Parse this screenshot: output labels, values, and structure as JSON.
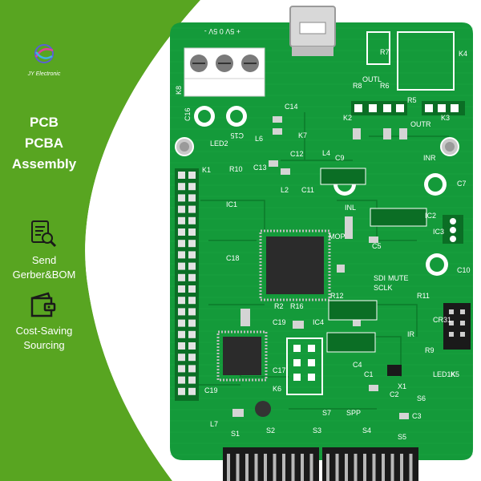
{
  "brand": {
    "name": "JY Electronic"
  },
  "headline": [
    "PCB",
    "PCBA",
    "Assembly"
  ],
  "features": [
    {
      "icon": "document-search-icon",
      "label_lines": [
        "Send",
        "Gerber&BOM"
      ]
    },
    {
      "icon": "wallet-icon",
      "label_lines": [
        "Cost-Saving",
        "Sourcing"
      ]
    }
  ],
  "colors": {
    "panel_green": "#58a521",
    "board_green": "#149a3a",
    "board_dark": "#0d7a2b",
    "silkscreen": "#ffffff"
  },
  "board_labels": {
    "k8": "K8",
    "header_top": "+ 5V 0 5V -",
    "c16": "C16",
    "c15": "C15",
    "led2": "LED2",
    "l6": "L6",
    "c13": "C13",
    "c12": "C12",
    "r10": "R10",
    "c11": "C11",
    "l2": "L2",
    "k1": "K1",
    "ic1": "IC1",
    "c18": "C18",
    "c14": "C14",
    "k7": "K7",
    "l4": "L4",
    "c9": "C9",
    "r8": "R8",
    "outl": "OUTL",
    "r6": "R6",
    "r7": "R7",
    "k4": "K4",
    "k2": "K2",
    "k3": "K3",
    "r5": "R5",
    "outr": "OUTR",
    "inr": "INR",
    "inl": "INL",
    "c7": "C7",
    "ic2": "IC2",
    "ic3": "IC3",
    "c5": "C5",
    "c10": "C10",
    "mop": "MOP",
    "r2": "R2",
    "sdi": "SDI",
    "sclk": "SCLK",
    "mute": "MUTE",
    "r11": "R11",
    "r16": "R16",
    "r12": "R12",
    "ir": "IR",
    "cr31": "CR31",
    "r9": "R9",
    "ledlk": "LED1K",
    "ic4": "IC4",
    "k6": "K6",
    "c17": "C17",
    "c19": "C19",
    "s7": "S7",
    "spp": "SPP",
    "x1": "X1",
    "c2": "C2",
    "s6": "S6",
    "c3": "C3",
    "s1": "S1",
    "s2": "S2",
    "s3": "S3",
    "s4": "S4",
    "s5": "S5",
    "l7": "L7",
    "c19b": "C19",
    "k5": "K5",
    "c1": "C1",
    "c4": "C4"
  }
}
